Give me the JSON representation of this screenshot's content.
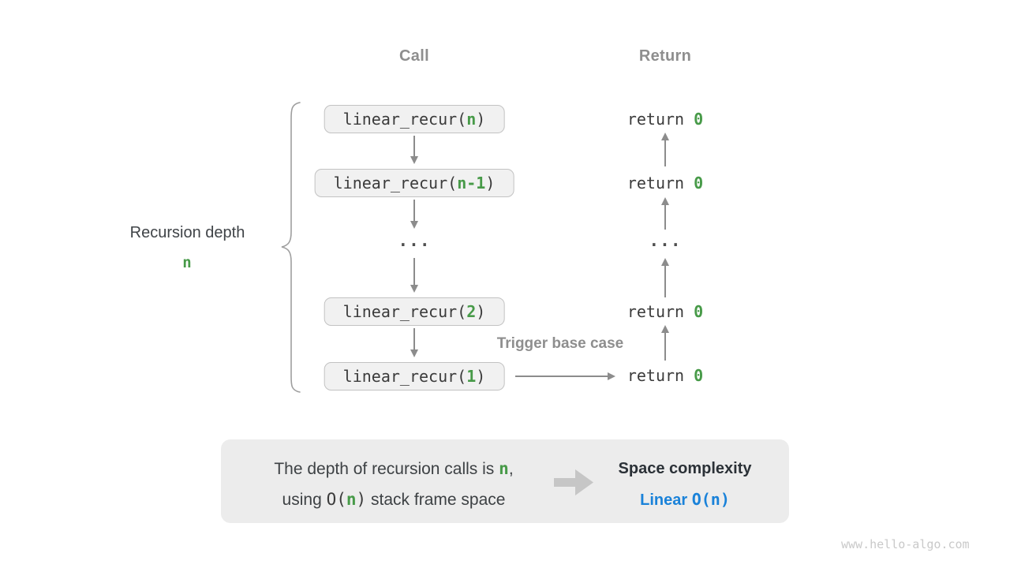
{
  "headers": {
    "call": "Call",
    "ret": "Return"
  },
  "left_label": {
    "title": "Recursion depth",
    "value": "n"
  },
  "call_stack": [
    {
      "pre": "linear_recur(",
      "arg": "n",
      "post": ")"
    },
    {
      "pre": "linear_recur(",
      "arg": "n-1",
      "post": ")"
    },
    {
      "pre": "linear_recur(",
      "arg": "2",
      "post": ")"
    },
    {
      "pre": "linear_recur(",
      "arg": "1",
      "post": ")"
    }
  ],
  "ellipsis": "...",
  "returns": [
    {
      "kw": "return ",
      "val": "0"
    },
    {
      "kw": "return ",
      "val": "0"
    },
    {
      "kw": "return ",
      "val": "0"
    },
    {
      "kw": "return ",
      "val": "0"
    }
  ],
  "annotations": {
    "trigger_base_case": "Trigger base case"
  },
  "summary": {
    "line1": {
      "text": "The depth of recursion calls is ",
      "var": "n",
      "tail": ","
    },
    "line2": {
      "lead": "using ",
      "code_open": "O(",
      "var": "n",
      "code_close": ")",
      "tail": " stack frame space"
    },
    "result": {
      "title": "Space complexity",
      "word": "Linear ",
      "code": "O(n)"
    }
  },
  "watermark": "www.hello-algo.com",
  "colors": {
    "green": "#479a48",
    "blue": "#1a82d9",
    "gray_label": "#8e8e8e",
    "code_text": "#3b3b3b",
    "box_fill": "#f1f1f1",
    "box_border": "#c2c2c2",
    "arrow": "#8c8c8c",
    "summary_bg": "#ececec",
    "watermark": "#c9c9c9"
  }
}
